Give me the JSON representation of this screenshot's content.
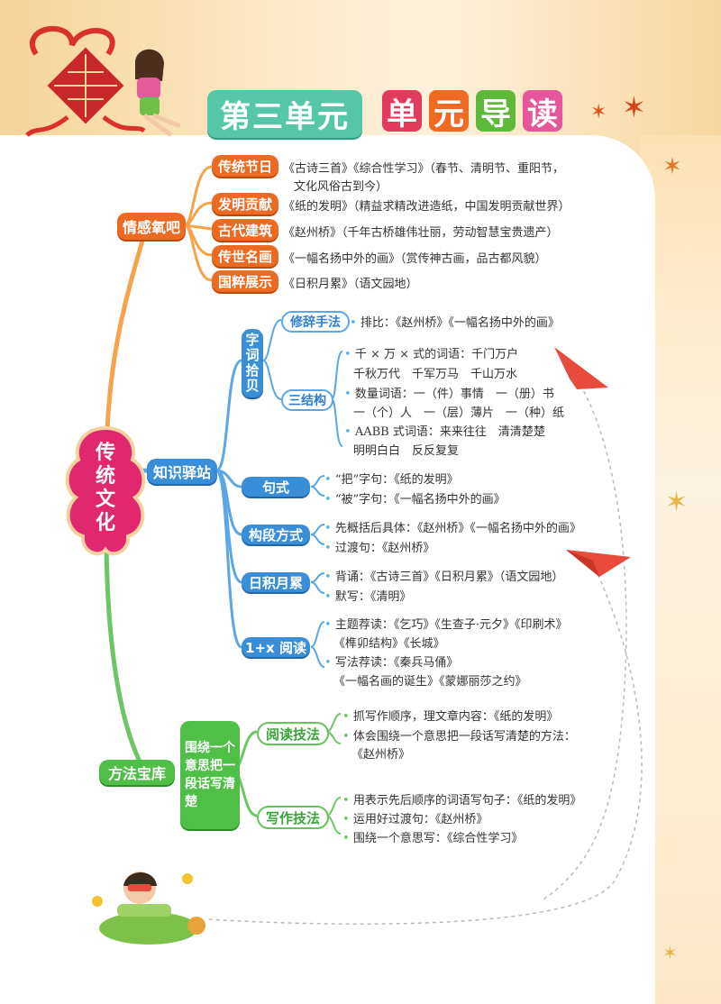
{
  "title": {
    "unit": "第三单元",
    "chars": [
      "单",
      "元",
      "导",
      "读"
    ],
    "chip_colors": [
      "#e23b5b",
      "#ef6a23",
      "#5db93a",
      "#e6569b"
    ]
  },
  "center": {
    "label": "传统文化"
  },
  "emotion": {
    "label": "情感氧吧",
    "items": [
      {
        "tag": "传统节日",
        "lines": [
          "《古诗三首》《综合性学习》（春节、清明节、重阳节，",
          "文化风俗古到今）"
        ]
      },
      {
        "tag": "发明贡献",
        "lines": [
          "《纸的发明》（精益求精改进造纸，中国发明贡献世界）"
        ]
      },
      {
        "tag": "古代建筑",
        "lines": [
          "《赵州桥》（千年古桥雄伟壮丽，劳动智慧宝贵遗产）"
        ]
      },
      {
        "tag": "传世名画",
        "lines": [
          "《一幅名扬中外的画》（赏传神古画，品古都风貌）"
        ]
      },
      {
        "tag": "国粹展示",
        "lines": [
          "《日积月累》（语文园地）"
        ]
      }
    ]
  },
  "knowledge": {
    "label": "知识驿站",
    "ziciheader": "字词拾贝",
    "rhetoric": {
      "tag": "修辞手法",
      "text": "排比：《赵州桥》《一幅名扬中外的画》"
    },
    "structure": {
      "tag": "三结构",
      "lines": [
        "千 × 万 × 式的词语：千门万户",
        "千秋万代　千军万马　千山万水",
        "数量词语：一（件）事情　一（册）书",
        "一（个）人　一（层）薄片　一（种）纸",
        "AABB 式词语：来来往往　清清楚楚",
        "明明白白　反反复复"
      ]
    },
    "sentence": {
      "tag": "句式",
      "lines": [
        "“把”字句：《纸的发明》",
        "“被”字句：《一幅名扬中外的画》"
      ]
    },
    "paragraph": {
      "tag": "构段方式",
      "lines": [
        "先概括后具体：《赵州桥》《一幅名扬中外的画》",
        "过渡句：《赵州桥》"
      ]
    },
    "daily": {
      "tag": "日积月累",
      "lines": [
        "背诵：《古诗三首》《日积月累》（语文园地）",
        "默写：《清明》"
      ]
    },
    "reading": {
      "tag": "1+x 阅读",
      "lines": [
        "主题荐读：《乞巧》《生查子·元夕》《印刷术》",
        "《榫卯结构》《长城》",
        "写法荐读：《秦兵马俑》",
        "《一幅名画的诞生》《蒙娜丽莎之约》"
      ]
    }
  },
  "method": {
    "label": "方法宝库",
    "focus": "围绕一个意思把一段话写清楚",
    "read": {
      "tag": "阅读技法",
      "lines": [
        "抓写作顺序，理文章内容：《纸的发明》",
        "体会围绕一个意思把一段话写清楚的方法：",
        "《赵州桥》"
      ]
    },
    "write": {
      "tag": "写作技法",
      "lines": [
        "用表示先后顺序的词语写句子：《纸的发明》",
        "运用好过渡句：《赵州桥》",
        "围绕一个意思写：《综合性学习》"
      ]
    }
  }
}
